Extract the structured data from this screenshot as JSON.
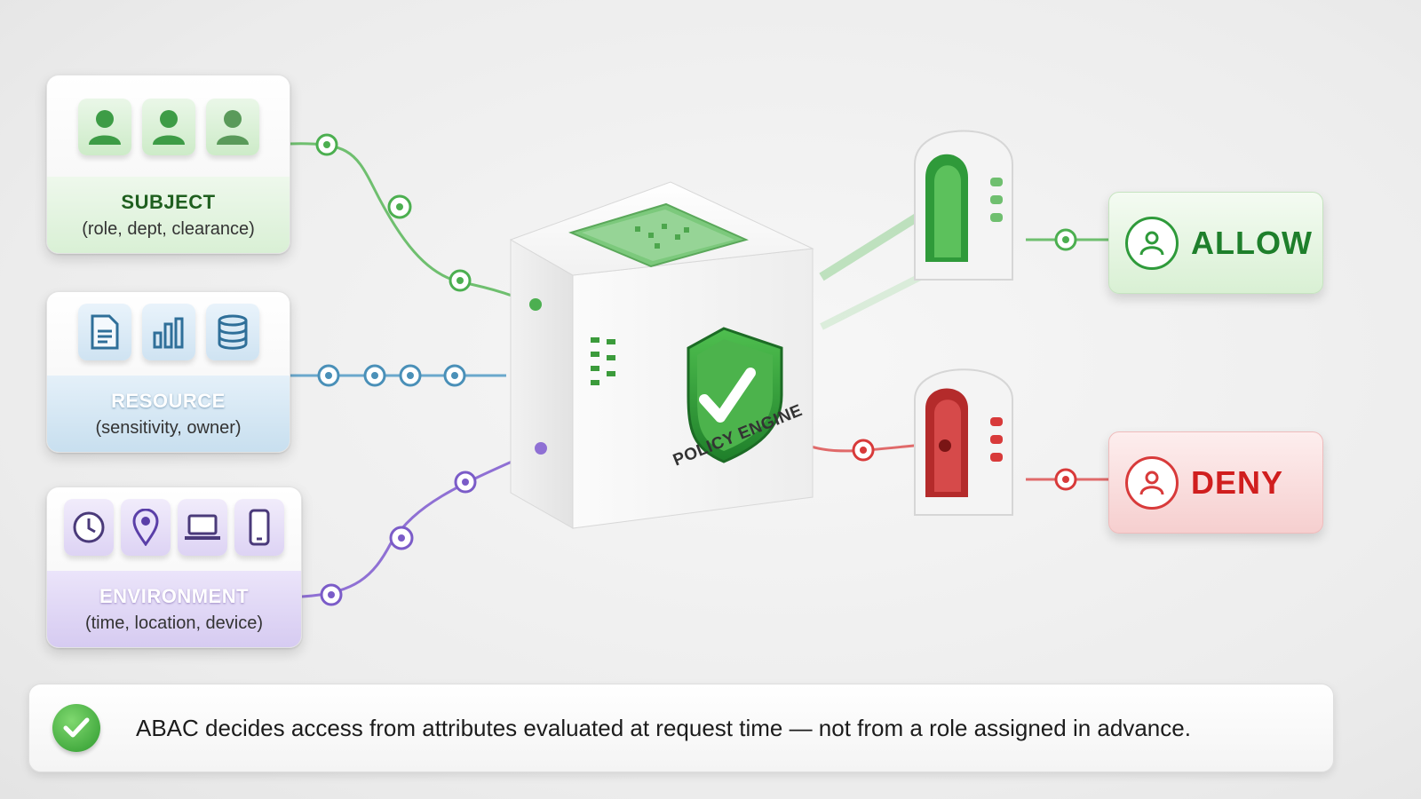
{
  "colors": {
    "subject": "#4caf50",
    "resource": "#4a90b8",
    "environment": "#7b5cc8",
    "allow": "#1e7f2b",
    "deny": "#d01e1e"
  },
  "inputs": {
    "subject": {
      "title": "SUBJECT",
      "attributes": "(role, dept, clearance)",
      "icons": [
        "user-icon",
        "user-icon",
        "user-icon"
      ]
    },
    "resource": {
      "title": "RESOURCE",
      "attributes": "(sensitivity, owner)",
      "icons": [
        "document-icon",
        "bar-chart-icon",
        "database-icon"
      ]
    },
    "environment": {
      "title": "ENVIRONMENT",
      "attributes": "(time, location, device)",
      "icons": [
        "clock-icon",
        "location-pin-icon",
        "laptop-icon",
        "phone-icon"
      ]
    }
  },
  "engine": {
    "label": "POLICY ENGINE",
    "icon": "shield-check-icon"
  },
  "outcomes": {
    "allow": {
      "label": "ALLOW",
      "icon": "user-circle-icon"
    },
    "deny": {
      "label": "DENY",
      "icon": "user-circle-icon"
    }
  },
  "footer": {
    "icon": "check-circle-icon",
    "text": "ABAC decides access from attributes evaluated at request time — not from a role assigned in advance."
  }
}
